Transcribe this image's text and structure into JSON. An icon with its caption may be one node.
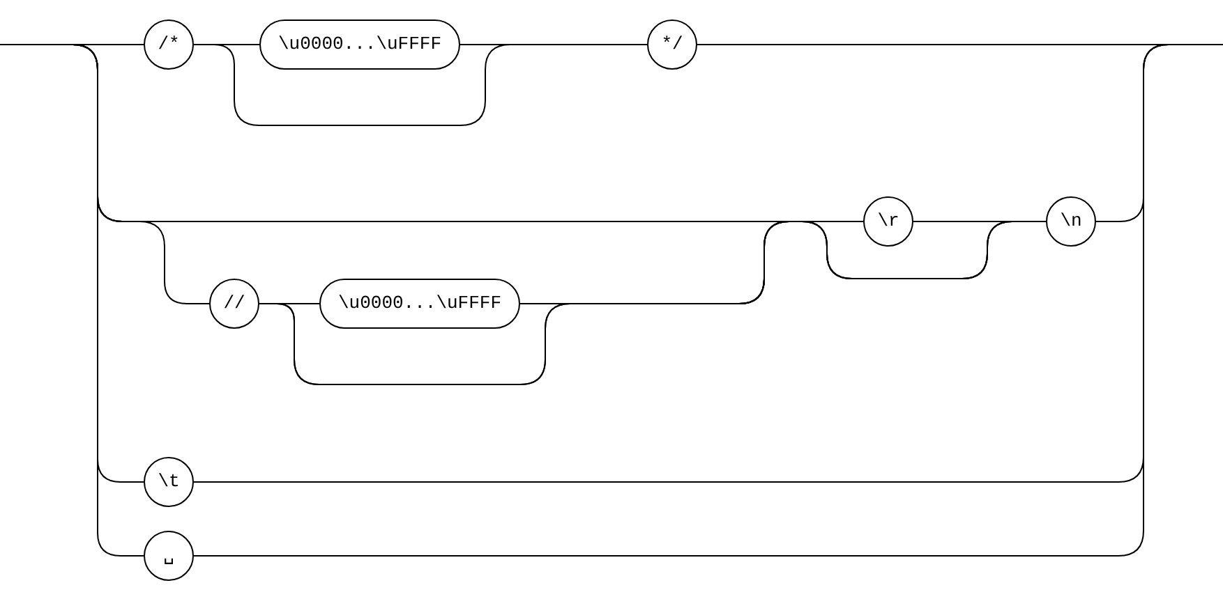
{
  "diagram": {
    "nodes": [
      {
        "text": [
          "/*"
        ]
      },
      {
        "text": [
          "\\u0000...\\uFFFF"
        ]
      },
      {
        "text": [
          "*/"
        ]
      },
      {
        "text": [
          "//"
        ]
      },
      {
        "text": [
          "\\u0000...\\uFFFF"
        ]
      },
      {
        "text": [
          "\\r"
        ]
      },
      {
        "text": [
          "\\n"
        ]
      },
      {
        "text": [
          "\\t"
        ]
      },
      {
        "text": [
          "␣"
        ]
      }
    ],
    "edges": [
      {
        "from": null,
        "to": 0,
        "arrow": "none"
      },
      {
        "from": 0,
        "to": 1,
        "arrow": "none"
      },
      {
        "from": 1,
        "to": 2,
        "arrow": "none"
      },
      {
        "from": 0,
        "to": 2,
        "arrow": "none"
      },
      {
        "from": 2,
        "to": null,
        "arrow": "none"
      },
      {
        "from": null,
        "to": 3,
        "arrow": "none"
      },
      {
        "from": null,
        "to": 5,
        "arrow": "none"
      },
      {
        "from": null,
        "to": 6,
        "arrow": "none"
      },
      {
        "from": 3,
        "to": 4,
        "arrow": "none"
      },
      {
        "from": 3,
        "to": 5,
        "arrow": "none"
      },
      {
        "from": 3,
        "to": 6,
        "arrow": "none"
      },
      {
        "from": 4,
        "to": 5,
        "arrow": "none"
      },
      {
        "from": 4,
        "to": 6,
        "arrow": "none"
      },
      {
        "from": 5,
        "to": 6,
        "arrow": "none"
      },
      {
        "from": 6,
        "to": null,
        "arrow": "none"
      },
      {
        "from": null,
        "to": 7,
        "arrow": "none"
      },
      {
        "from": 7,
        "to": null,
        "arrow": "none"
      },
      {
        "from": null,
        "to": 8,
        "arrow": "none"
      },
      {
        "from": 8,
        "to": null,
        "arrow": "none"
      }
    ]
  }
}
